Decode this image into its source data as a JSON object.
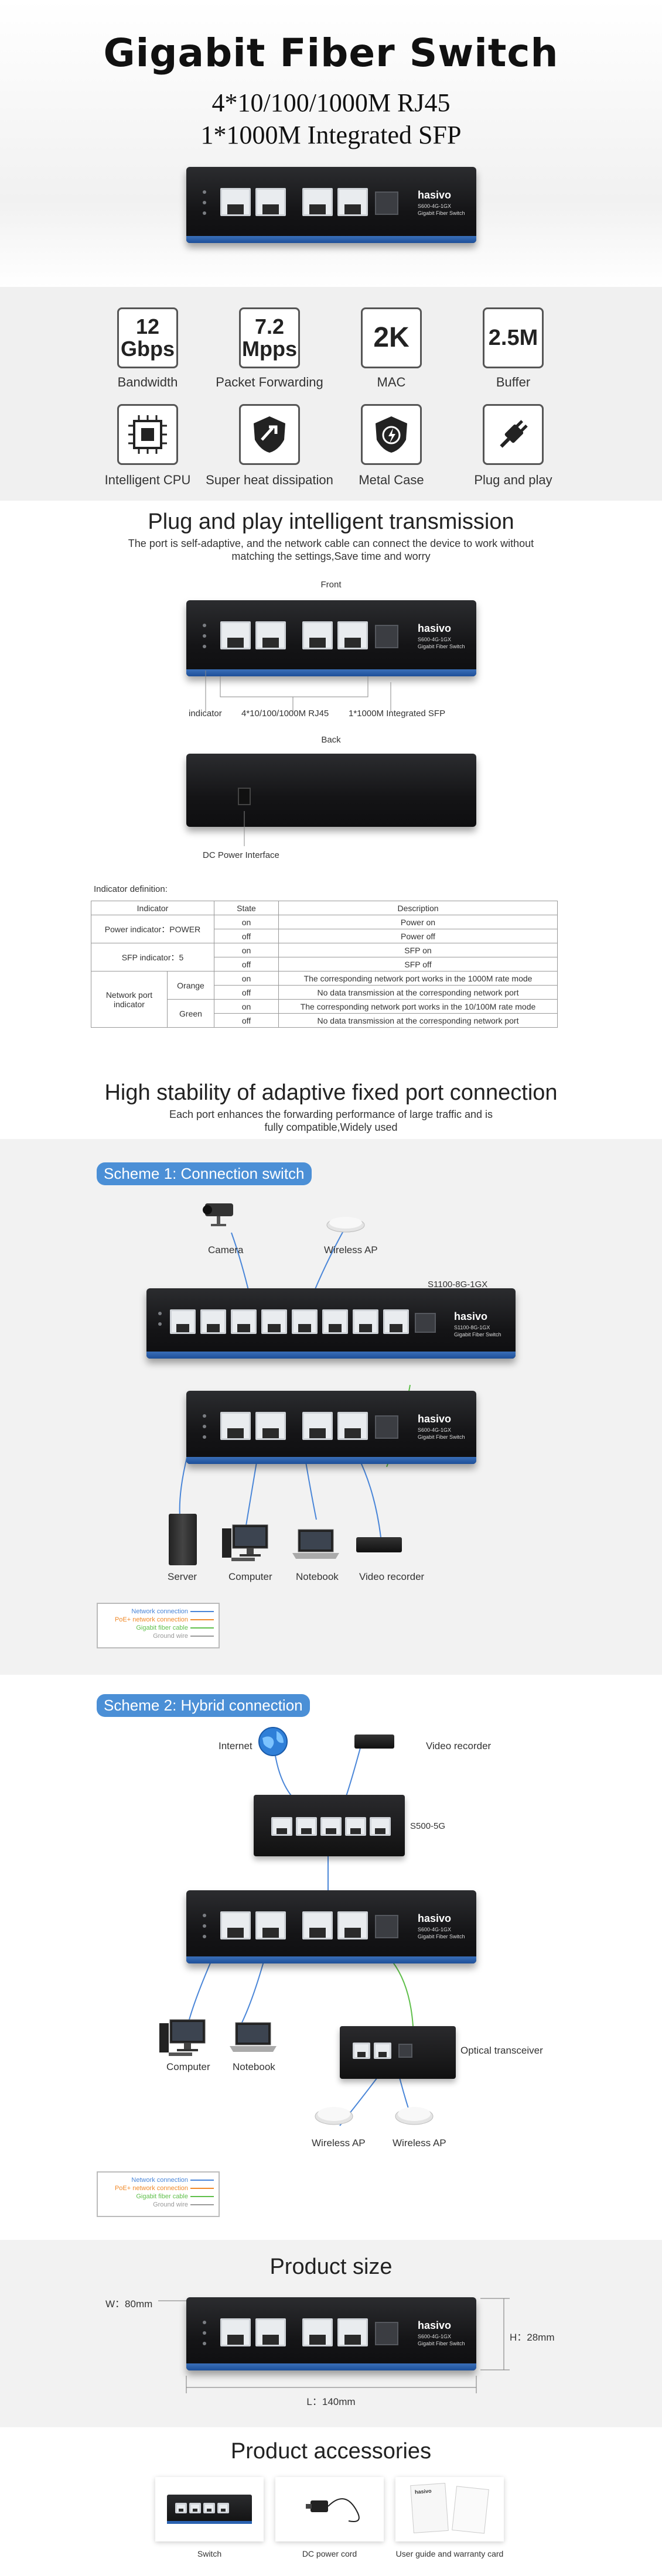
{
  "hero": {
    "title": "Gigabit Fiber Switch",
    "line1": "4*10/100/1000M RJ45",
    "line2": "1*1000M Integrated SFP"
  },
  "device": {
    "brand": "hasivo",
    "model": "S600-4G-1GX",
    "desc": "Gigabit Fiber Switch"
  },
  "features": [
    {
      "icon": "12\nGbps",
      "label": "Bandwidth"
    },
    {
      "icon": "7.2\nMpps",
      "label": "Packet Forwarding"
    },
    {
      "icon": "2K",
      "label": "MAC"
    },
    {
      "icon": "2.5M",
      "label": "Buffer"
    },
    {
      "icon": "cpu-icon",
      "label": "Intelligent CPU"
    },
    {
      "icon": "heat-icon",
      "label": "Super heat dissipation"
    },
    {
      "icon": "case-icon",
      "label": "Metal Case"
    },
    {
      "icon": "plug-icon",
      "label": "Plug and play"
    }
  ],
  "plug": {
    "title": "Plug and play intelligent transmission",
    "p1": "The port is self-adaptive, and the network cable can connect the device to work without",
    "p2": "matching the settings,Save time and worry",
    "front": "Front",
    "indicator": "indicator",
    "rj45": "4*10/100/1000M RJ45",
    "sfp": "1*1000M Integrated SFP",
    "back": "Back",
    "dc": "DC Power Interface",
    "def_title": "Indicator definition:"
  },
  "table": {
    "headers": [
      "Indicator",
      "State",
      "Description"
    ],
    "power": "Power indicator：POWER",
    "sfp": "SFP indicator：5",
    "port": "Network port indicator",
    "orange": "Orange",
    "green": "Green",
    "rows": [
      [
        "on",
        "Power on"
      ],
      [
        "off",
        "Power off"
      ],
      [
        "on",
        "SFP on"
      ],
      [
        "off",
        "SFP off"
      ],
      [
        "on",
        "The corresponding network port works in the 1000M rate mode"
      ],
      [
        "off",
        "No data transmission at the corresponding network port"
      ],
      [
        "on",
        "The corresponding network port works in the 10/100M rate mode"
      ],
      [
        "off",
        "No data transmission at the corresponding network port"
      ]
    ]
  },
  "stability": {
    "title": "High stability of adaptive fixed port connection",
    "p1": "Each port enhances the forwarding performance of large traffic and is",
    "p2": "fully compatible,Widely used"
  },
  "scheme1": {
    "title": "Scheme 1: Connection switch",
    "camera": "Camera",
    "ap": "Wireless AP",
    "model": "S1100-8G-1GX",
    "server": "Server",
    "computer": "Computer",
    "notebook": "Notebook",
    "recorder": "Video recorder"
  },
  "legend": {
    "net": "Network connection",
    "poe": "PoE+ network connection",
    "fiber": "Gigabit fiber cable",
    "ground": "Ground wire",
    "c_net": "#4a86d8",
    "c_poe": "#f08a2a",
    "c_fiber": "#5fbf4a",
    "c_ground": "#9a9a9a"
  },
  "scheme2": {
    "title": "Scheme 2: Hybrid connection",
    "internet": "Internet",
    "recorder": "Video recorder",
    "model": "S500-5G",
    "computer": "Computer",
    "notebook": "Notebook",
    "optical": "Optical transceiver",
    "ap1": "Wireless AP",
    "ap2": "Wireless AP"
  },
  "size": {
    "title": "Product size",
    "w": "W：80mm",
    "h": "H：28mm",
    "l": "L：140mm"
  },
  "acc": {
    "title": "Product accessories",
    "switch": "Switch",
    "cord": "DC power cord",
    "guide": "User guide and warranty card"
  }
}
